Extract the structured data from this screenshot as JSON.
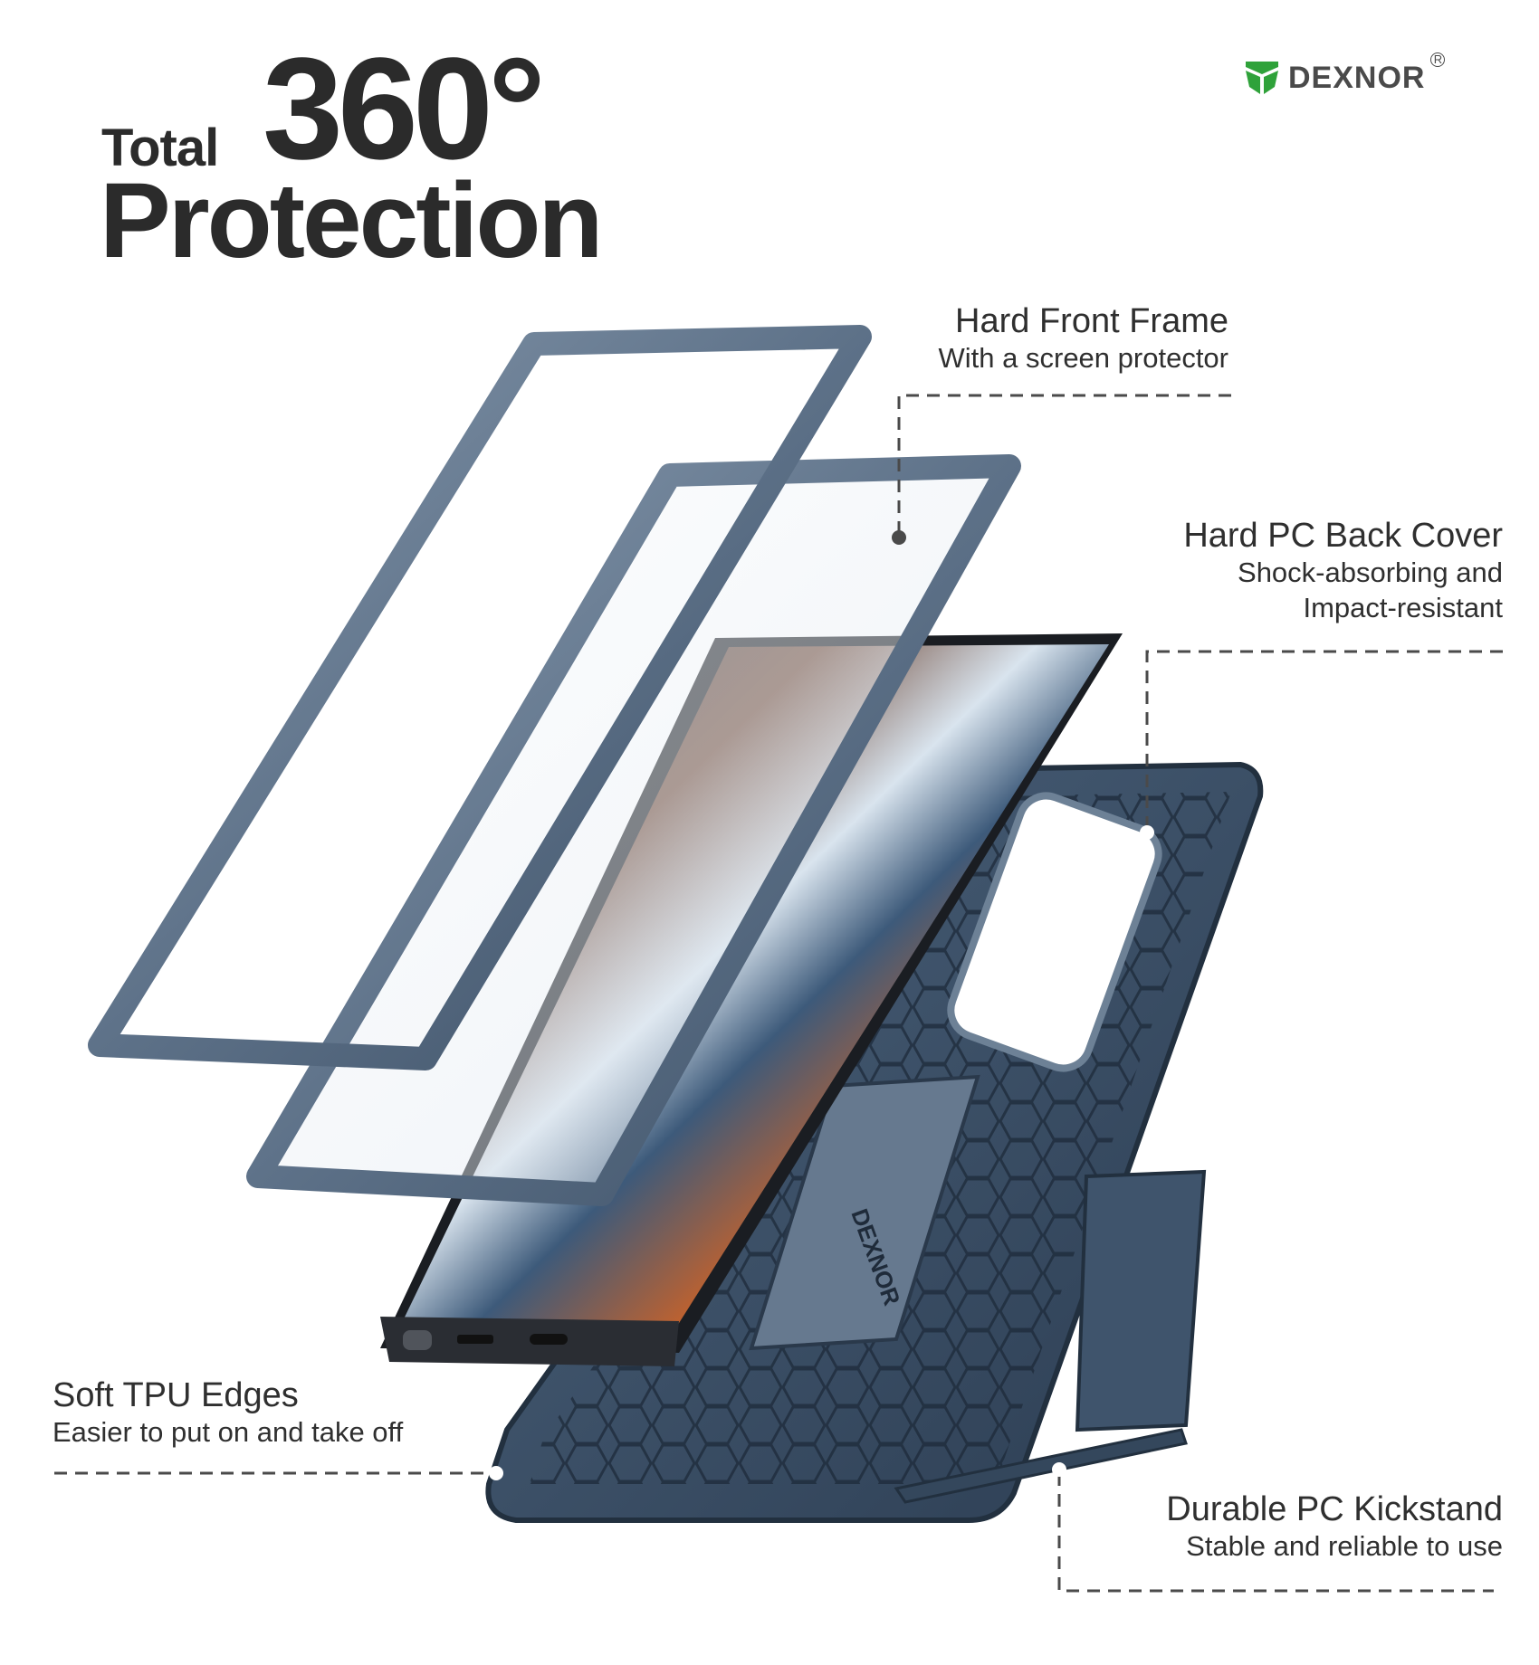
{
  "headline": {
    "prefix": "Total",
    "emphasis": "360°",
    "line2": "Protection"
  },
  "brand": {
    "name": "DEXNOR",
    "registered_mark": "R",
    "logo_icon": "shield-chevron-logo",
    "logo_color": "#2fa23a"
  },
  "product": {
    "embossed_brand": "DEXNOR",
    "case_color": "#3b5168",
    "frame_color": "#6d8196"
  },
  "callouts": [
    {
      "title": "Hard Front Frame",
      "lines": [
        "With a screen protector"
      ]
    },
    {
      "title": "Hard PC Back Cover",
      "lines": [
        "Shock-absorbing and",
        "Impact-resistant"
      ]
    },
    {
      "title": "Soft TPU Edges",
      "lines": [
        "Easier to put on and take off"
      ]
    },
    {
      "title": "Durable PC Kickstand",
      "lines": [
        "Stable and reliable to use"
      ]
    }
  ],
  "colors": {
    "text": "#2b2b2b",
    "guide_line": "#4a4a4a",
    "background": "#ffffff"
  }
}
